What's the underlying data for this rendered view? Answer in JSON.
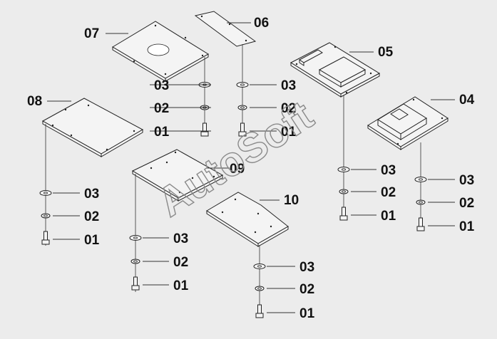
{
  "labels": {
    "p01": "01",
    "p02": "02",
    "p03": "03",
    "p04": "04",
    "p05": "05",
    "p06": "06",
    "p07": "07",
    "p08": "08",
    "p09": "09",
    "p10": "10"
  },
  "watermark": "AutoSoft"
}
